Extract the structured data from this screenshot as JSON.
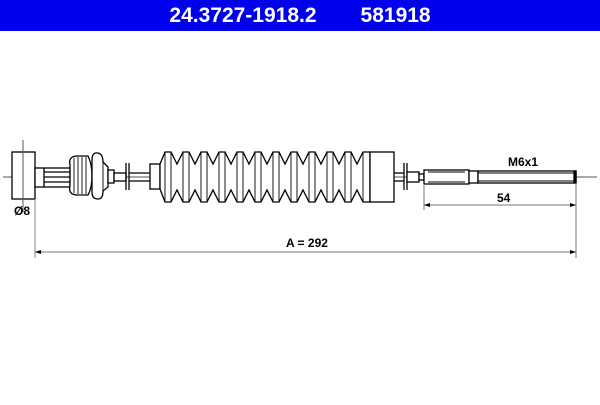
{
  "header": {
    "part_number": "24.3727-1918.2",
    "reference_number": "581918",
    "background_color": "#0000ee",
    "text_color": "#ffffff"
  },
  "drawing": {
    "labels": {
      "diameter": "Ø8",
      "thread": "M6x1",
      "end_length": "54",
      "total_length": "A = 292"
    },
    "line_color": "#000000",
    "dimension_color": "#666666"
  }
}
